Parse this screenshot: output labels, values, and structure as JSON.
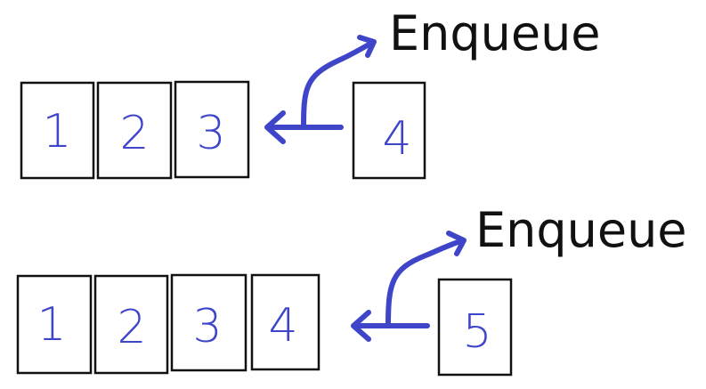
{
  "colors": {
    "ink": "#3f45c9",
    "box_border": "#111111",
    "text": "#111111"
  },
  "rows": [
    {
      "queue": [
        "1",
        "2",
        "3"
      ],
      "incoming": "4",
      "label": "Enqueue"
    },
    {
      "queue": [
        "1",
        "2",
        "3",
        "4"
      ],
      "incoming": "5",
      "label": "Enqueue"
    }
  ]
}
